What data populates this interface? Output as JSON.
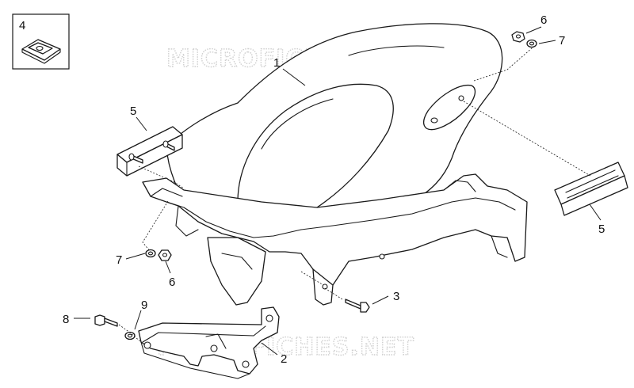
{
  "watermark": "MICROFICHES.NET",
  "callouts": {
    "fender": "1",
    "bracket": "2",
    "screw_3": "3",
    "clip_nut": "4",
    "reflector_left": "5",
    "reflector_right": "5",
    "nut_top": "6",
    "nut_bottom": "6",
    "washer_top": "7",
    "washer_bottom": "7",
    "screw_8": "8",
    "washer_9": "9"
  },
  "colors": {
    "line": "#1a1a1a",
    "watermark": "#cfcfcf",
    "background": "#ffffff"
  }
}
